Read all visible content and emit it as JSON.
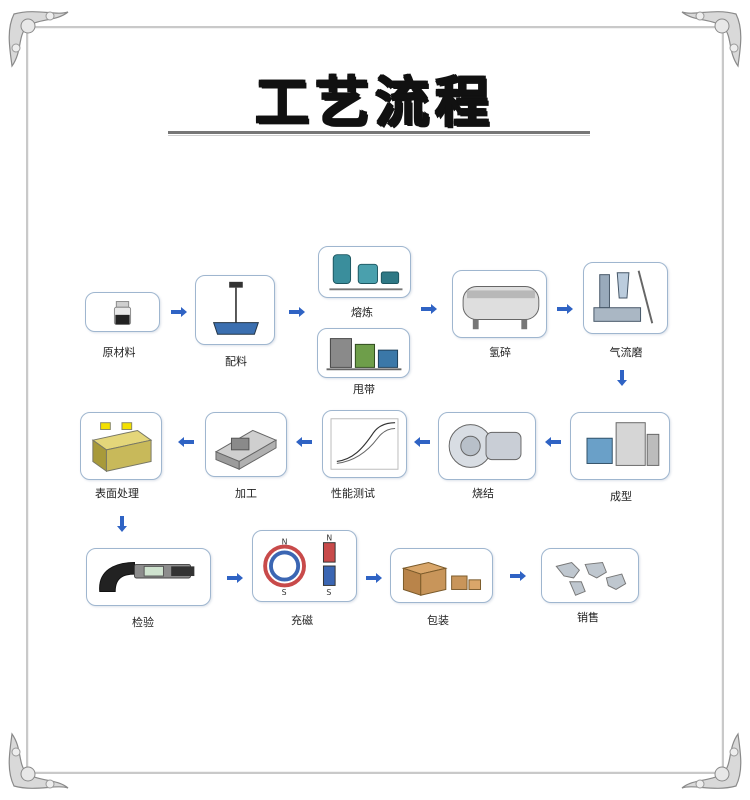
{
  "title": "工艺流程",
  "steps": [
    {
      "id": "raw_material",
      "label": "原材料",
      "icon": "raw-material-jar"
    },
    {
      "id": "batching",
      "label": "配料",
      "icon": "weighing-scale"
    },
    {
      "id": "smelting",
      "label": "熔炼",
      "icon": "smelting-furnace"
    },
    {
      "id": "strip_casting",
      "label": "甩带",
      "icon": "strip-casting-machine"
    },
    {
      "id": "hydrogen_crushing",
      "label": "氢碎",
      "icon": "hydrogen-crushing-furnace"
    },
    {
      "id": "jet_milling",
      "label": "气流磨",
      "icon": "jet-mill"
    },
    {
      "id": "forming",
      "label": "成型",
      "icon": "press-machine"
    },
    {
      "id": "sintering",
      "label": "烧结",
      "icon": "sintering-furnace"
    },
    {
      "id": "performance_test",
      "label": "性能测试",
      "icon": "test-curve-chart"
    },
    {
      "id": "machining",
      "label": "加工",
      "icon": "machining-part"
    },
    {
      "id": "surface_treatment",
      "label": "表面处理",
      "icon": "coated-blocks"
    },
    {
      "id": "inspection",
      "label": "检验",
      "icon": "micrometer"
    },
    {
      "id": "magnetizing",
      "label": "充磁",
      "icon": "magnet-poles"
    },
    {
      "id": "packaging",
      "label": "包装",
      "icon": "cardboard-boxes"
    },
    {
      "id": "sales",
      "label": "销售",
      "icon": "world-map"
    }
  ],
  "magnet_letters": {
    "north": "N",
    "south": "S"
  },
  "colors": {
    "box_border": "#9fb6cf",
    "arrow": "#2f63c4",
    "title": "#111111",
    "frame": "#c9c9c9"
  }
}
